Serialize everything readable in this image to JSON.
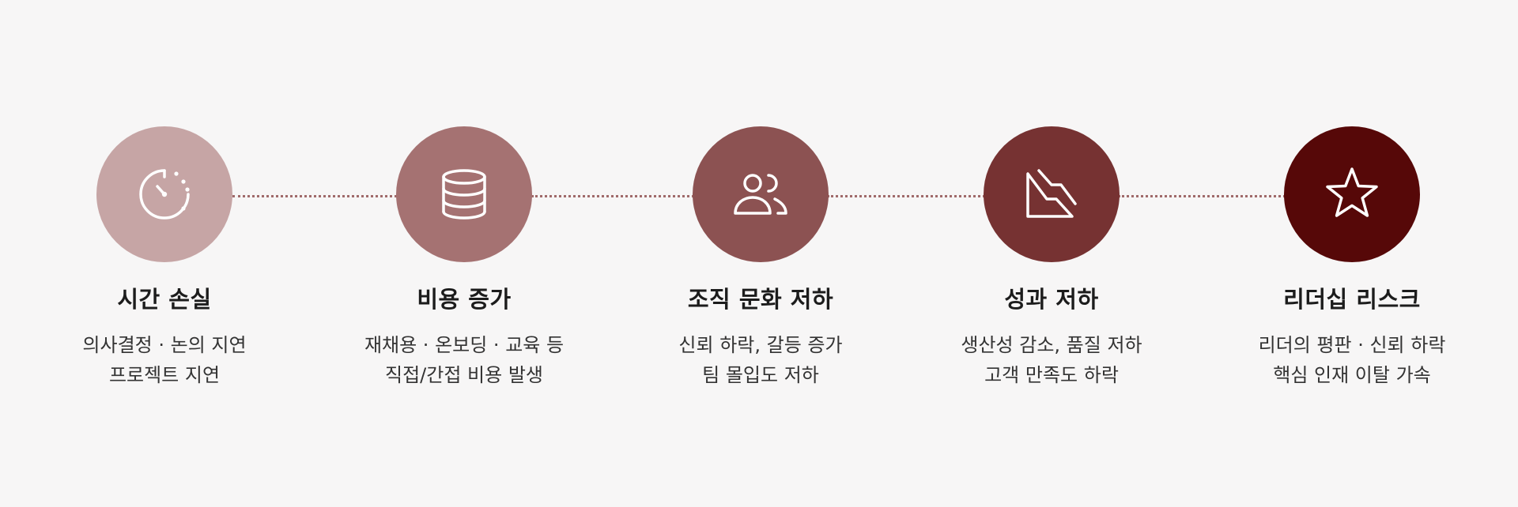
{
  "steps": [
    {
      "title": "시간 손실",
      "lines": [
        "의사결정 · 논의 지연",
        "프로젝트 지연"
      ],
      "icon": "stopwatch-icon",
      "color": "#c6a5a5"
    },
    {
      "title": "비용 증가",
      "lines": [
        "재채용 · 온보딩 · 교육 등",
        "직접/간접 비용 발생"
      ],
      "icon": "database-icon",
      "color": "#a57272"
    },
    {
      "title": "조직 문화 저하",
      "lines": [
        "신뢰 하락, 갈등 증가",
        "팀 몰입도 저하"
      ],
      "icon": "users-icon",
      "color": "#8c5252"
    },
    {
      "title": "성과 저하",
      "lines": [
        "생산성 감소, 품질 저하",
        "고객 만족도 하락"
      ],
      "icon": "declining-chart-icon",
      "color": "#763232"
    },
    {
      "title": "리더십 리스크",
      "lines": [
        "리더의 평판 · 신뢰 하락",
        "핵심 인재 이탈 가속"
      ],
      "icon": "star-icon",
      "color": "#560808"
    }
  ],
  "connector_color": "#a06a6a"
}
